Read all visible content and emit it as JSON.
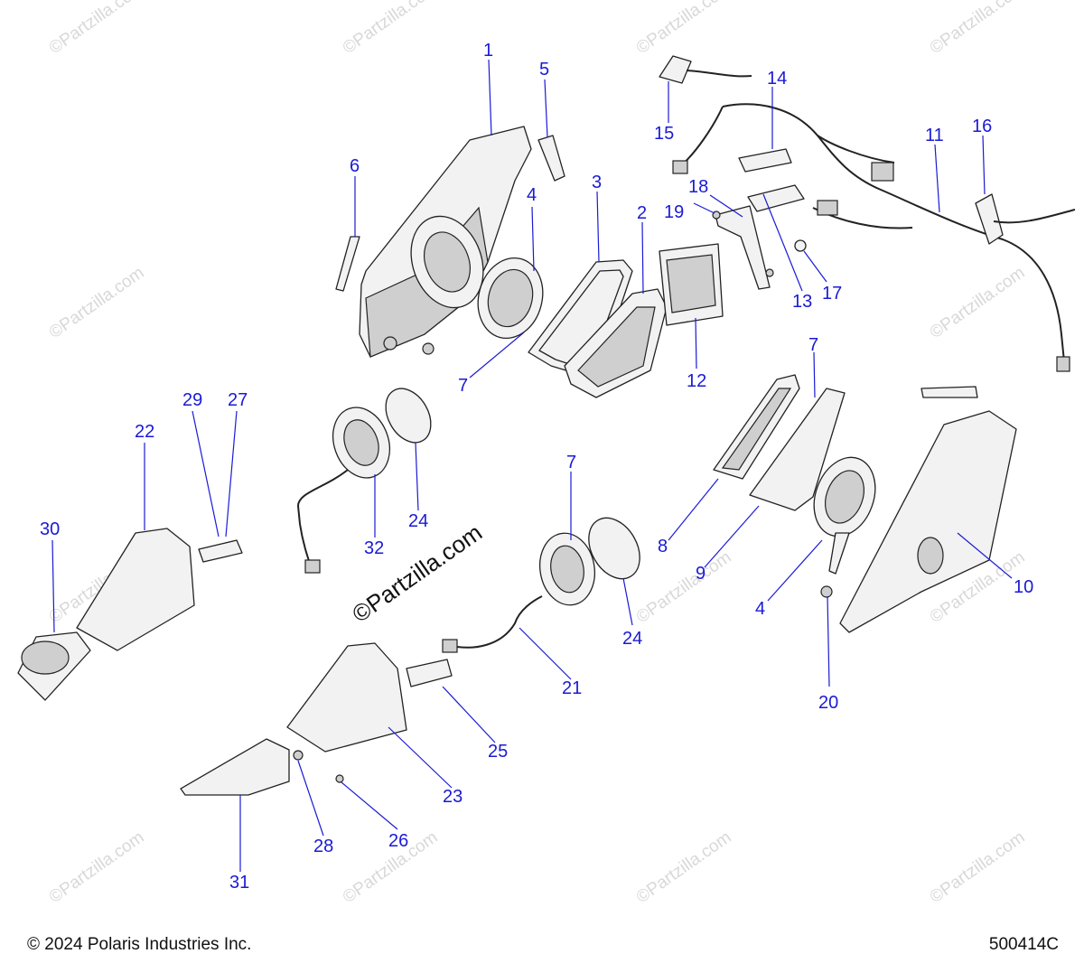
{
  "footer": {
    "copyright": "© 2024 Polaris Industries Inc.",
    "diagram_id": "500414C"
  },
  "watermark": {
    "small": "©Partzilla.com",
    "large": "©Partzilla.com"
  },
  "callouts": [
    "1",
    "2",
    "3",
    "4",
    "4",
    "5",
    "6",
    "7",
    "7",
    "7",
    "8",
    "9",
    "10",
    "11",
    "12",
    "13",
    "14",
    "15",
    "16",
    "17",
    "18",
    "19",
    "20",
    "21",
    "22",
    "23",
    "24",
    "24",
    "25",
    "26",
    "27",
    "28",
    "29",
    "30",
    "31",
    "32"
  ],
  "colors": {
    "callout": "#1a1ad6",
    "line": "#222222"
  }
}
